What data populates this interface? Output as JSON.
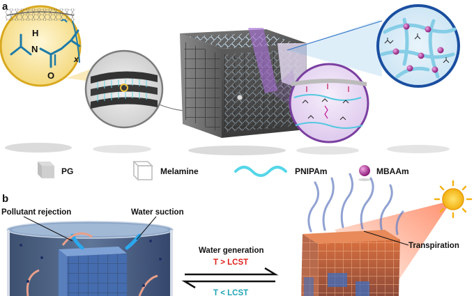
{
  "panels": {
    "a": "a",
    "b": "b"
  },
  "molecule": {
    "h": "H",
    "n": "N",
    "o": "O",
    "x": "x"
  },
  "legend": {
    "pg": "PG",
    "melamine": "Melamine",
    "pnipam": "PNIPAm",
    "mbaam": "MBAAm"
  },
  "panel_b": {
    "pollutant_rejection": "Pollutant rejection",
    "water_suction": "Water suction",
    "water_generation": "Water generation",
    "t_above": "T > LCST",
    "t_below": "T < LCST",
    "transpiration": "Transpiration"
  },
  "colors": {
    "gold": "#f0c23a",
    "deep_blue": "#1a4fa0",
    "purple": "#7a3fa0",
    "cyan": "#55d6e8",
    "magenta": "#b02a9a",
    "red_text": "#e0201a",
    "teal_text": "#1fa3b5"
  },
  "icons": {
    "sun": "sun-icon",
    "pg": "pg-cube-icon",
    "melamine": "melamine-cube-icon",
    "pnipam": "pnipam-wave-icon",
    "mbaam": "mbaam-sphere-icon"
  }
}
